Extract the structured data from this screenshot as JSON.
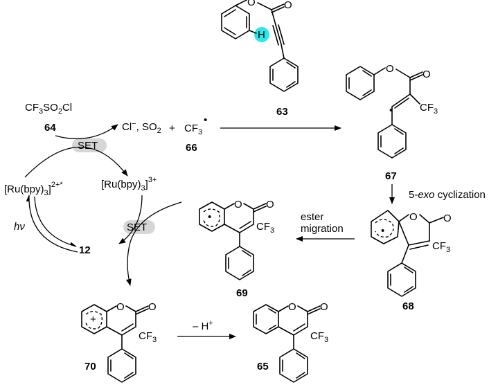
{
  "compounds": {
    "c63": "63",
    "c64": "64",
    "c66": "66",
    "c67": "67",
    "c68": "68",
    "c69": "69",
    "c70": "70",
    "c65": "65",
    "c12": "12"
  },
  "reagents": {
    "cf3so2cl_a": "CF",
    "cf3so2cl_b": "3",
    "cf3so2cl_c": "SO",
    "cf3so2cl_d": "2",
    "cf3so2cl_e": "Cl",
    "byproducts_a": "Cl",
    "byproducts_b": "−",
    "byproducts_c": ", SO",
    "byproducts_d": "2",
    "plus": "+",
    "cf3_a": "CF",
    "cf3_b": "3",
    "ru_ox_a": "[Ru(bpy)",
    "ru_ox_b": "3",
    "ru_ox_c": "]",
    "ru_ox_d": "3+",
    "ru_ex_a": "[Ru(bpy)",
    "ru_ex_b": "3",
    "ru_ex_c": "]",
    "ru_ex_d": "2+*",
    "hv": "hν"
  },
  "labels": {
    "set_top": "SET",
    "set_bottom": "SET",
    "cyclization_a": "5-",
    "cyclization_b": "exo",
    "cyclization_c": " cyclization",
    "ester_line1": "ester",
    "ester_line2": "migration",
    "deprotonation_a": "– H",
    "deprotonation_b": "+",
    "atom_H": "H",
    "atom_O": "O",
    "cf3_group_a": "CF",
    "cf3_group_b": "3",
    "radical_dot": "•",
    "cation_plus": "+"
  },
  "colors": {
    "highlight_H": "#2ee6ea",
    "set_pill": "#d6d6d6"
  }
}
